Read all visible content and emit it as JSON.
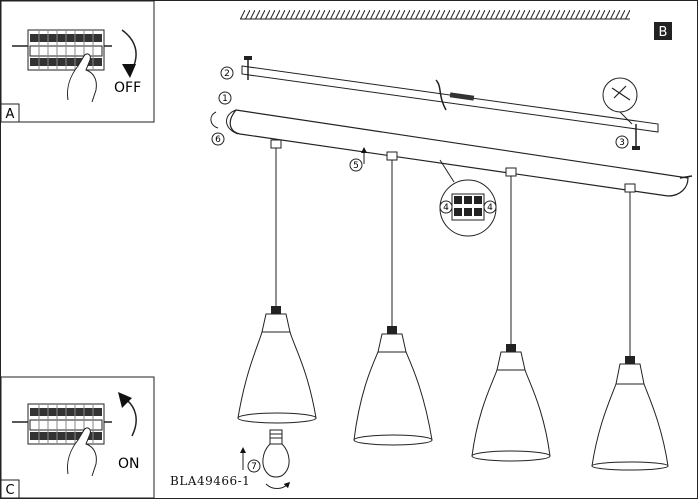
{
  "panels": {
    "a": {
      "letter": "A",
      "switch_text": "OFF"
    },
    "b": {
      "letter": "B"
    },
    "c": {
      "letter": "C",
      "switch_text": "ON"
    }
  },
  "steps": [
    "1",
    "2",
    "3",
    "4",
    "5",
    "6",
    "7"
  ],
  "model_code": "BLA49466-1"
}
